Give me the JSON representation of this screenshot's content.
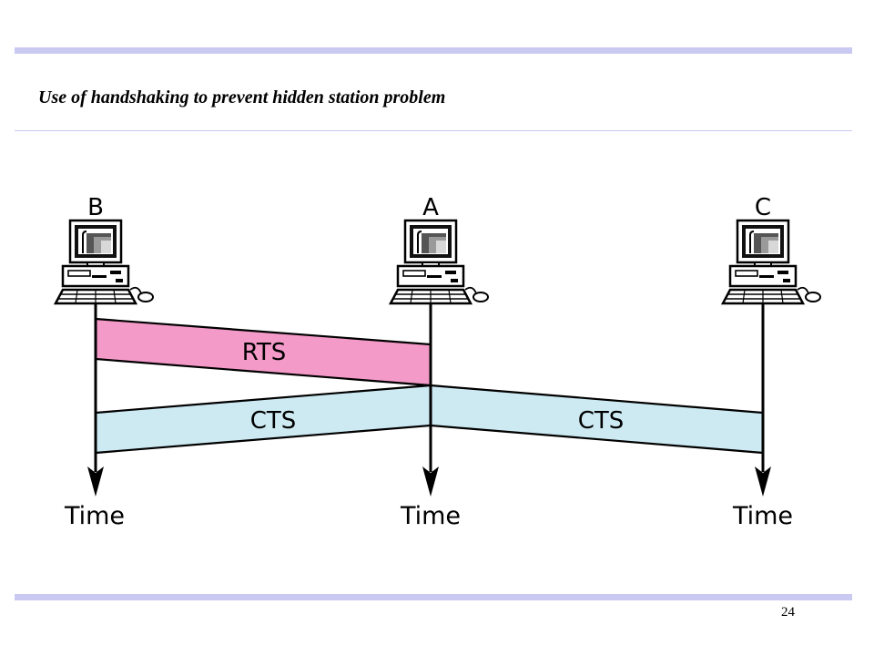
{
  "slide": {
    "title": "Use of handshaking to prevent hidden station problem",
    "page_number": "24"
  },
  "diagram": {
    "stations": [
      {
        "id": "B",
        "label": "B",
        "time_label": "Time"
      },
      {
        "id": "A",
        "label": "A",
        "time_label": "Time"
      },
      {
        "id": "C",
        "label": "C",
        "time_label": "Time"
      }
    ],
    "frames": [
      {
        "label": "RTS",
        "from": "B",
        "to": "A",
        "color": "#f49ac9"
      },
      {
        "label": "CTS",
        "from": "A",
        "to": "B",
        "color": "#cdeaf3"
      },
      {
        "label": "CTS",
        "from": "A",
        "to": "C",
        "color": "#cdeaf3"
      }
    ]
  },
  "colors": {
    "rule": "#c9c9f2",
    "rts": "#f49ac9",
    "cts": "#cdeaf3"
  }
}
